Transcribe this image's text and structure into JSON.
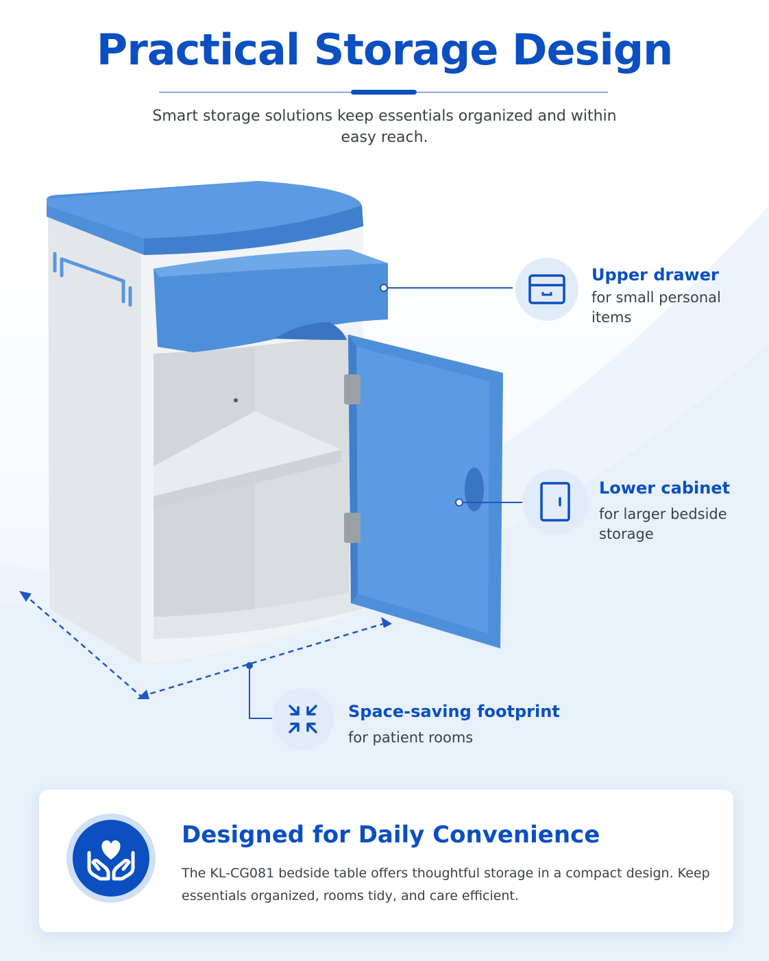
{
  "header": {
    "title": "Practical Storage Design",
    "subtitle": "Smart storage solutions keep essentials organized and within easy reach."
  },
  "features": [
    {
      "icon": "drawer-icon",
      "title": "Upper drawer",
      "description": "for small personal items"
    },
    {
      "icon": "cabinet-door-icon",
      "title": "Lower cabinet",
      "description": "for larger bedside storage"
    },
    {
      "icon": "compress-arrows-icon",
      "title": "Space-saving footprint",
      "description": "for patient rooms"
    }
  ],
  "card": {
    "icon": "heart-hands-icon",
    "title": "Designed for Daily Convenience",
    "text": "The KL-CG081 bedside table offers thoughtful storage in a compact design. Keep essentials organized, rooms tidy, and care efficient."
  },
  "colors": {
    "brand_blue": "#0b4fc1",
    "cabinet_blue": "#4e8fda",
    "cabinet_white": "#eef0f2",
    "icon_bg": "#e2ecf8"
  }
}
